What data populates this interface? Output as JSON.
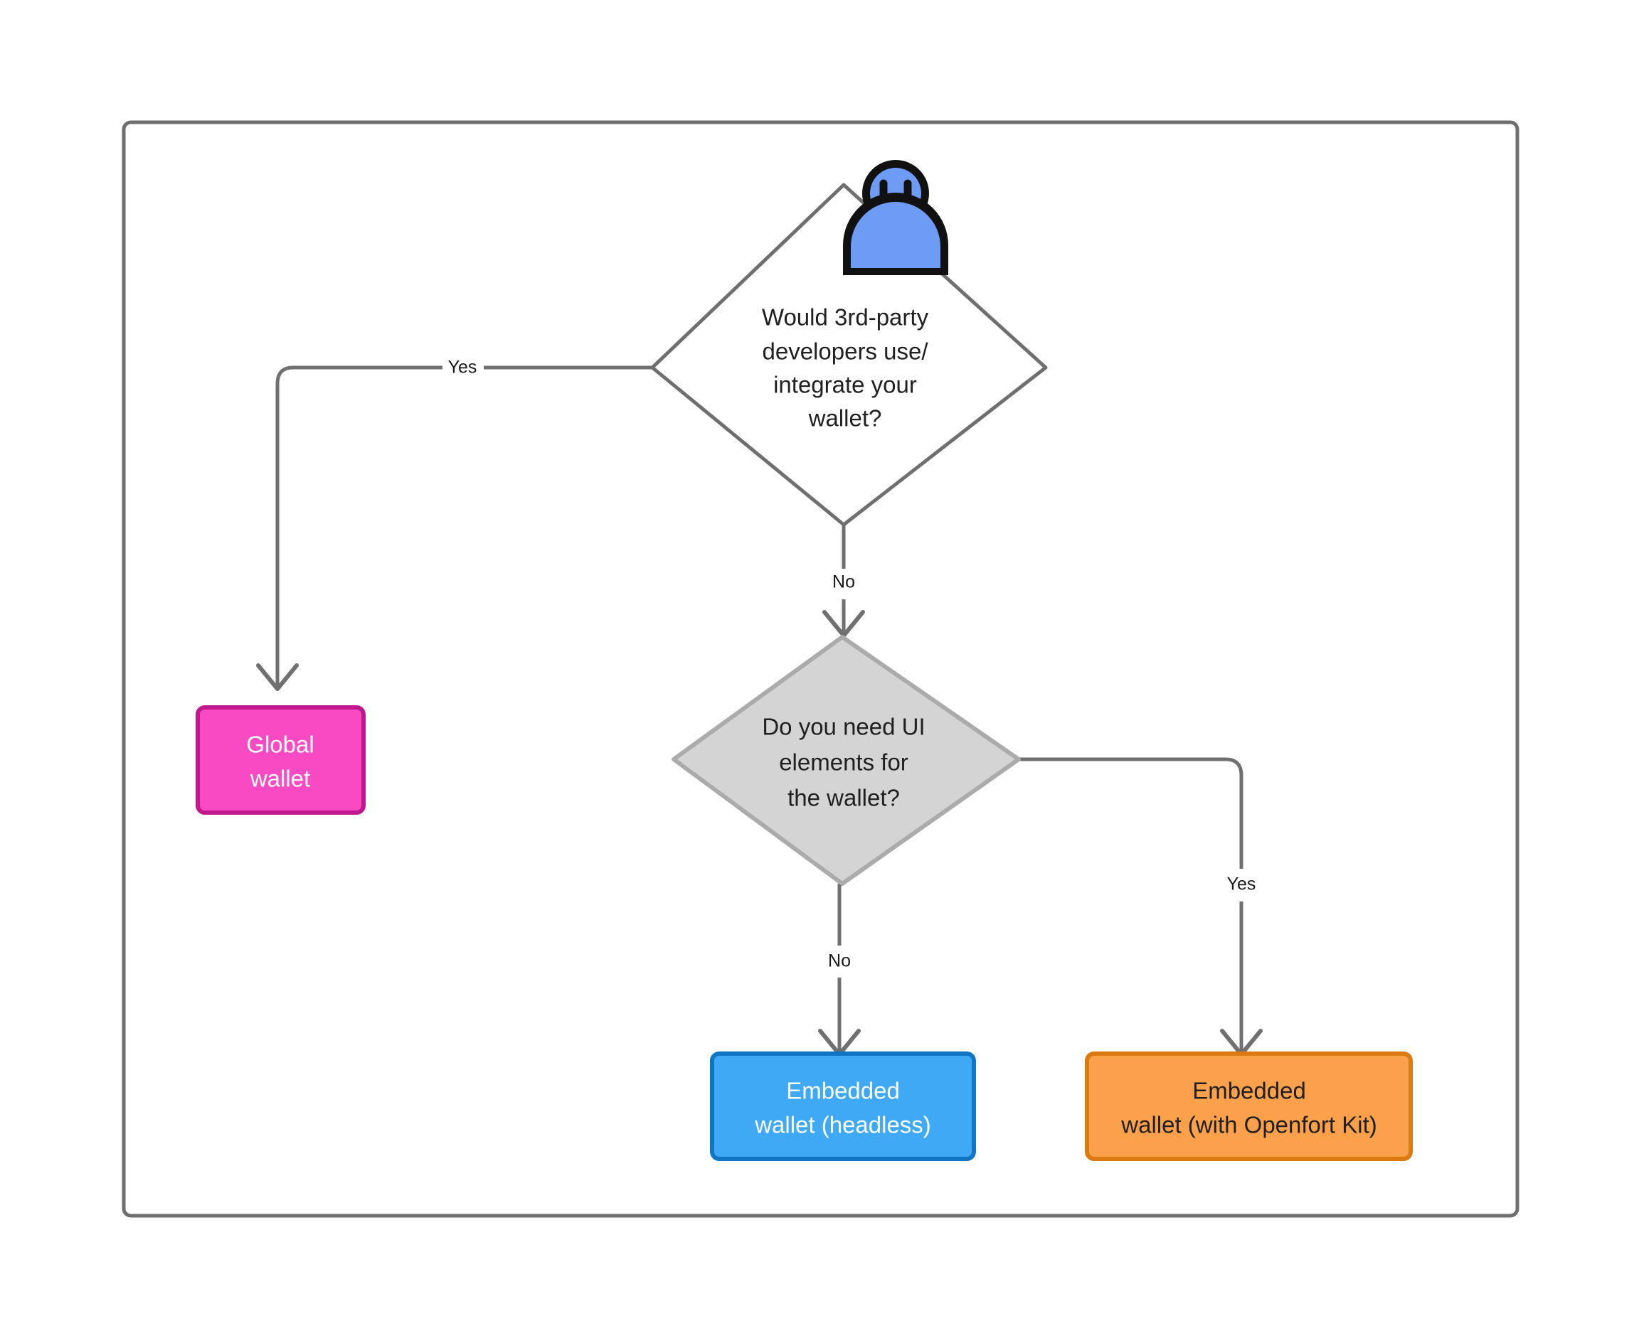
{
  "diagram": {
    "title": "Openfort wallet selection decision flowchart",
    "type": "flowchart",
    "frame": {
      "name": "diagram-frame"
    },
    "colors": {
      "edge": "#707070",
      "frame_border": "#6f6f6f",
      "diamond_plain_fill": "#ffffff",
      "diamond_gray_fill": "#d4d4d4",
      "diamond_gray_border": "#ababab",
      "pink_fill": "#f84ac2",
      "pink_border": "#c2188f",
      "blue_fill": "#3fa9f5",
      "blue_border": "#1076c4",
      "orange_fill": "#fba14b",
      "orange_border": "#da7a10",
      "avatar_fill": "#6e9cf5",
      "avatar_outline": "#111111",
      "text_dark": "#202020",
      "text_light": "#ffffff"
    },
    "nodes": [
      {
        "id": "avatar",
        "kind": "icon",
        "icon": "user-avatar-icon",
        "label": ""
      },
      {
        "id": "decision-third-party",
        "kind": "decision",
        "lines": [
          "Would 3rd-party",
          "developers use/",
          "integrate your",
          "wallet?"
        ],
        "fill": "#ffffff"
      },
      {
        "id": "decision-ui-elements",
        "kind": "decision",
        "lines": [
          "Do you need UI",
          "elements for",
          "the wallet?"
        ],
        "fill": "#d4d4d4"
      },
      {
        "id": "result-global-wallet",
        "kind": "terminal",
        "lines": [
          "Global",
          "wallet"
        ],
        "fill": "#f84ac2"
      },
      {
        "id": "result-embedded-headless",
        "kind": "terminal",
        "lines": [
          "Embedded",
          "wallet (headless)"
        ],
        "fill": "#3fa9f5"
      },
      {
        "id": "result-embedded-openfort-kit",
        "kind": "terminal",
        "lines": [
          "Embedded",
          "wallet (with Openfort Kit)"
        ],
        "fill": "#fba14b"
      }
    ],
    "edges": [
      {
        "id": "edge-yes-global",
        "from": "decision-third-party",
        "to": "result-global-wallet",
        "label": "Yes"
      },
      {
        "id": "edge-no-ui",
        "from": "decision-third-party",
        "to": "decision-ui-elements",
        "label": "No"
      },
      {
        "id": "edge-no-headless",
        "from": "decision-ui-elements",
        "to": "result-embedded-headless",
        "label": "No"
      },
      {
        "id": "edge-yes-kit",
        "from": "decision-ui-elements",
        "to": "result-embedded-openfort-kit",
        "label": "Yes"
      }
    ]
  },
  "text": {
    "d1_l1": "Would 3rd-party",
    "d1_l2": "developers use/",
    "d1_l3": "integrate your",
    "d1_l4": "wallet?",
    "d2_l1": "Do you need UI",
    "d2_l2": "elements for",
    "d2_l3": "the wallet?",
    "global_l1": "Global",
    "global_l2": "wallet",
    "headless_l1": "Embedded",
    "headless_l2": "wallet (headless)",
    "kit_l1": "Embedded",
    "kit_l2": "wallet (with Openfort Kit)",
    "label_yes_top": "Yes",
    "label_no_top": "No",
    "label_no_bottom": "No",
    "label_yes_right": "Yes"
  }
}
